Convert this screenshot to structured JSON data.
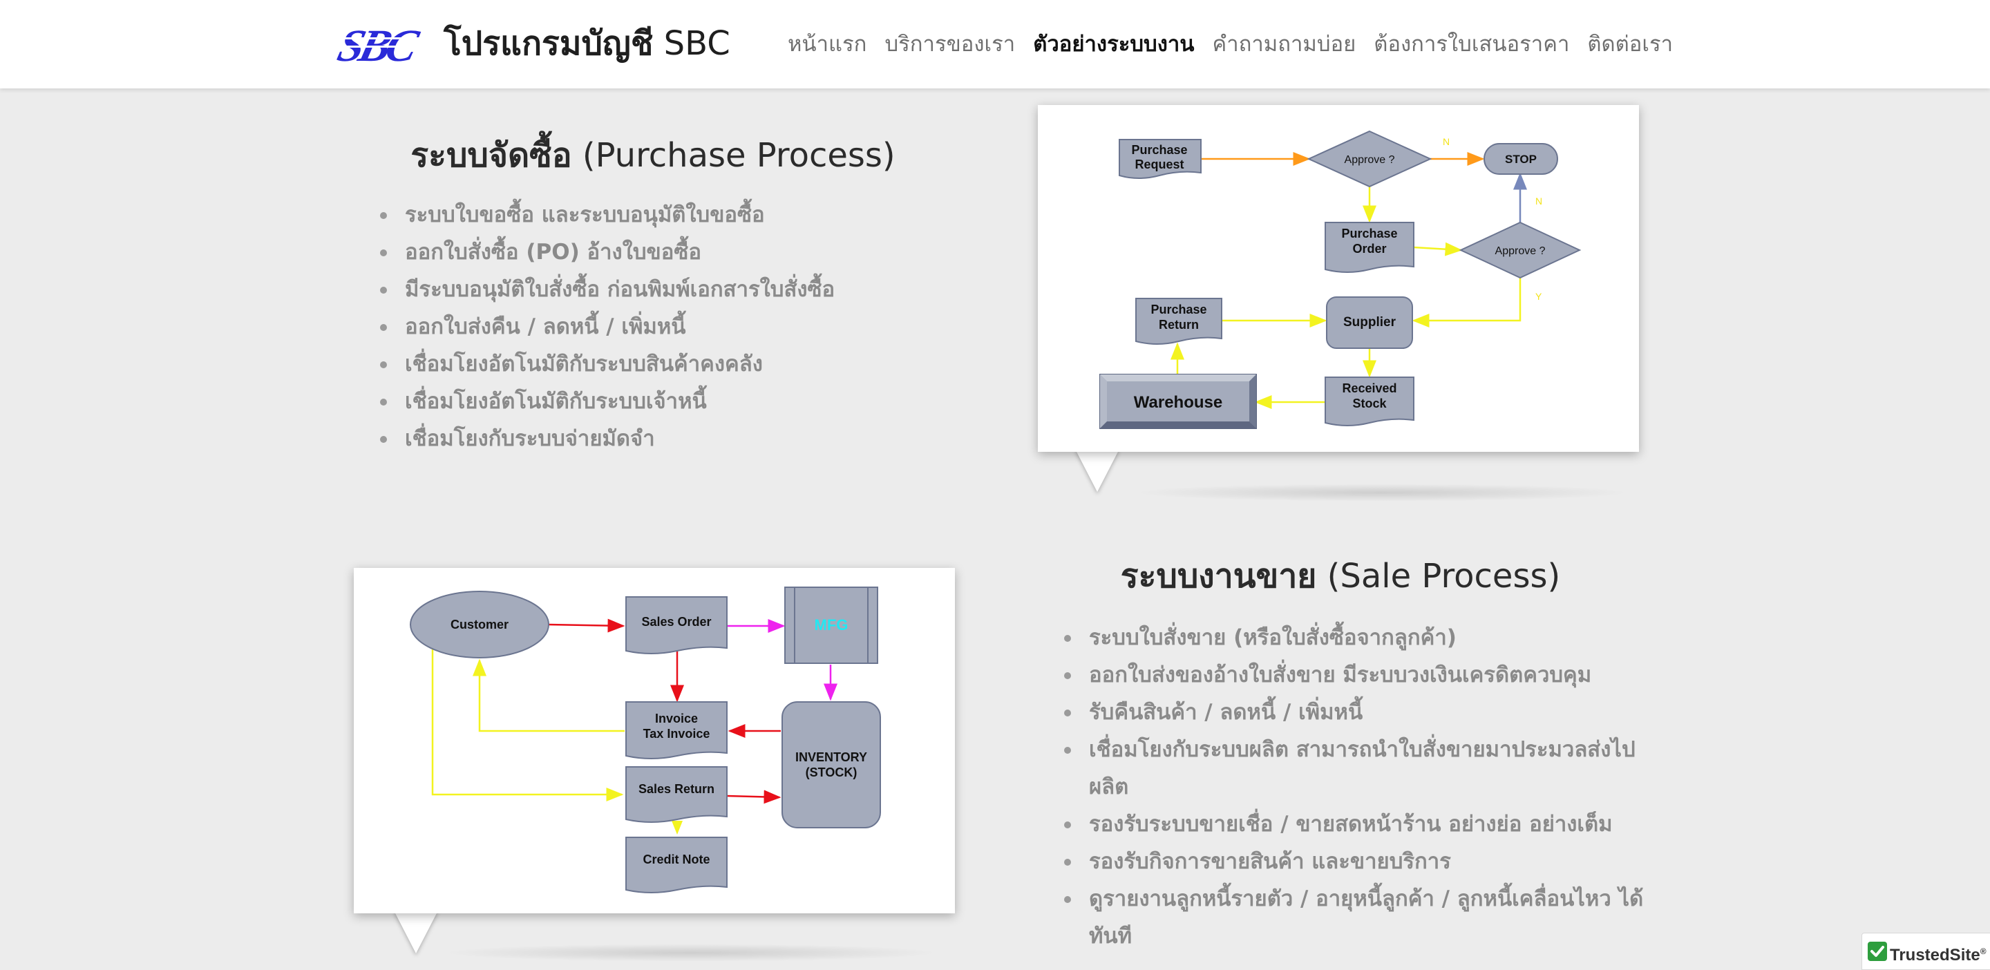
{
  "header": {
    "logo_text": "SBC",
    "brand_th": "โปรแกรมบัญชี",
    "brand_en": "SBC",
    "nav": [
      {
        "label": "หน้าแรก",
        "active": false
      },
      {
        "label": "บริการของเรา",
        "active": false
      },
      {
        "label": "ตัวอย่างระบบงาน",
        "active": true
      },
      {
        "label": "คำถามถามบ่อย",
        "active": false
      },
      {
        "label": "ต้องการใบเสนอราคา",
        "active": false
      },
      {
        "label": "ติดต่อเรา",
        "active": false
      }
    ]
  },
  "purchase": {
    "title_th": "ระบบจัดซื้อ",
    "title_en": "(Purchase Process)",
    "items": [
      "ระบบใบขอซื้อ และระบบอนุมัติใบขอซื้อ",
      "ออกใบสั่งซื้อ (PO) อ้างใบขอซื้อ",
      "มีระบบอนุมัติใบสั่งซื้อ ก่อนพิมพ์เอกสารใบสั่งซื้อ",
      "ออกใบส่งคืน / ลดหนี้ / เพิ่มหนี้",
      "เชื่อมโยงอัตโนมัติกับระบบสินค้าคงคลัง",
      "เชื่อมโยงอัตโนมัติกับระบบเจ้าหนี้",
      "เชื่อมโยงกับระบบจ่ายมัดจำ"
    ],
    "diagram": {
      "purchase_request": [
        "Purchase",
        "Request"
      ],
      "approve1": "Approve ?",
      "stop": "STOP",
      "purchase_order": [
        "Purchase",
        "Order"
      ],
      "approve2": "Approve ?",
      "purchase_return": [
        "Purchase",
        "Return"
      ],
      "supplier": "Supplier",
      "warehouse": "Warehouse",
      "received_stock": [
        "Received",
        "Stock"
      ],
      "label_n1": "N",
      "label_n2": "N",
      "label_y": "Y"
    }
  },
  "sale": {
    "title_th": "ระบบงานขาย",
    "title_en": "(Sale Process)",
    "items": [
      "ระบบใบสั่งขาย (หรือใบสั่งซื้อจากลูกค้า)",
      "ออกใบส่งของอ้างใบสั่งขาย มีระบบวงเงินเครดิตควบคุม",
      "รับคืนสินค้า / ลดหนี้ / เพิ่มหนี้",
      "เชื่อมโยงกับระบบผลิต สามารถนำใบสั่งขายมาประมวลส่งไปผลิต",
      "รองรับระบบขายเชื่อ / ขายสดหน้าร้าน อย่างย่อ อย่างเต็ม",
      "รองรับกิจการขายสินค้า และขายบริการ",
      "ดูรายงานลูกหนี้รายตัว / อายุหนี้ลูกค้า / ลูกหนี้เคลื่อนไหว ได้ทันที"
    ],
    "diagram": {
      "customer": "Customer",
      "sales_order": "Sales Order",
      "mfg": "MFG",
      "invoice": [
        "Invoice",
        "Tax Invoice"
      ],
      "inventory": [
        "INVENTORY",
        "(STOCK)"
      ],
      "sales_return": "Sales Return",
      "credit_note": "Credit Note"
    }
  },
  "badge": {
    "text": "TrustedSite",
    "mark": "®"
  },
  "colors": {
    "shape_fill": "#a4abbc",
    "shape_stroke": "#6b7590",
    "arrow_orange": "#ff9a1a",
    "arrow_yellow": "#ffff33",
    "arrow_red": "#e8101a",
    "arrow_magenta": "#ee22ee",
    "arrow_blue": "#7788bb",
    "mfg_text": "#22e8f2",
    "logo_blue": "#2a2ad8"
  }
}
